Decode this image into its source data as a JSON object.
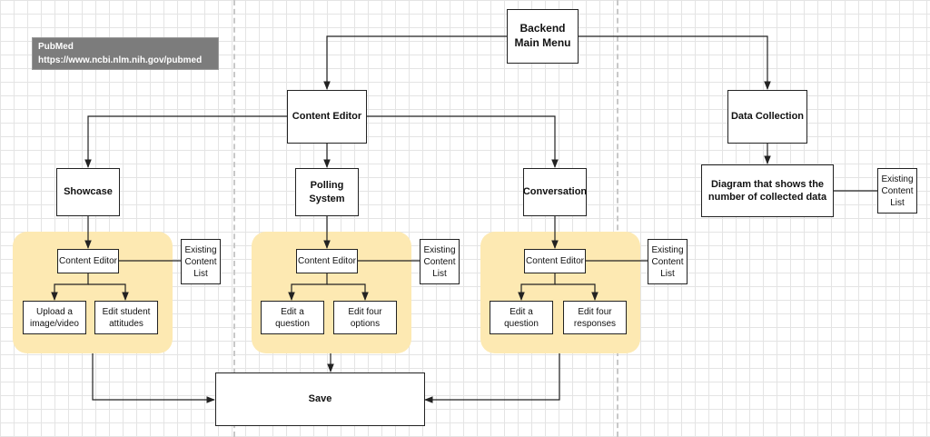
{
  "badge": {
    "source": "PubMed",
    "url": "https://www.ncbi.nlm.nih.gov/pubmed"
  },
  "nodes": {
    "main_menu": "Backend\nMain Menu",
    "content_editor": "Content Editor",
    "data_collection": "Data Collection",
    "diagram": "Diagram that shows the\nnumber of collected data",
    "diagram_existing": "Existing\nContent\nList",
    "showcase": "Showcase",
    "polling": "Polling\nSystem",
    "conversation": "Conversation",
    "showcase_editor": "Content Editor",
    "polling_editor": "Content Editor",
    "conversation_editor": "Content Editor",
    "showcase_existing": "Existing\nContent\nList",
    "polling_existing": "Existing\nContent\nList",
    "conversation_existing": "Existing\nContent\nList",
    "upload": "Upload a\nimage/video",
    "edit_attitudes": "Edit student\nattitudes",
    "polling_question": "Edit a\nquestion",
    "edit_options": "Edit four\noptions",
    "conversation_question": "Edit a\nquestion",
    "edit_responses": "Edit four\nresponses",
    "save": "Save"
  },
  "colors": {
    "group_fill": "#fde9b2",
    "badge_fill": "#7c7c7c",
    "line": "#222222"
  }
}
